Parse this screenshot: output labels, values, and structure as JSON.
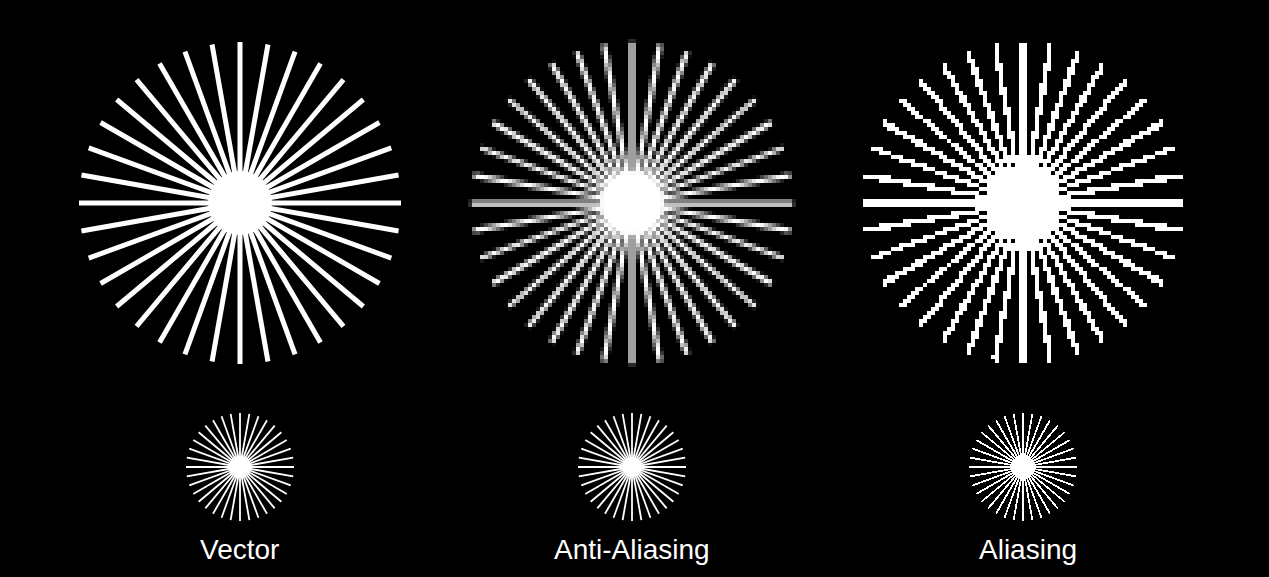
{
  "diagram": {
    "labels": [
      "Vector",
      "Anti-Aliasing",
      "Aliasing"
    ]
  }
}
